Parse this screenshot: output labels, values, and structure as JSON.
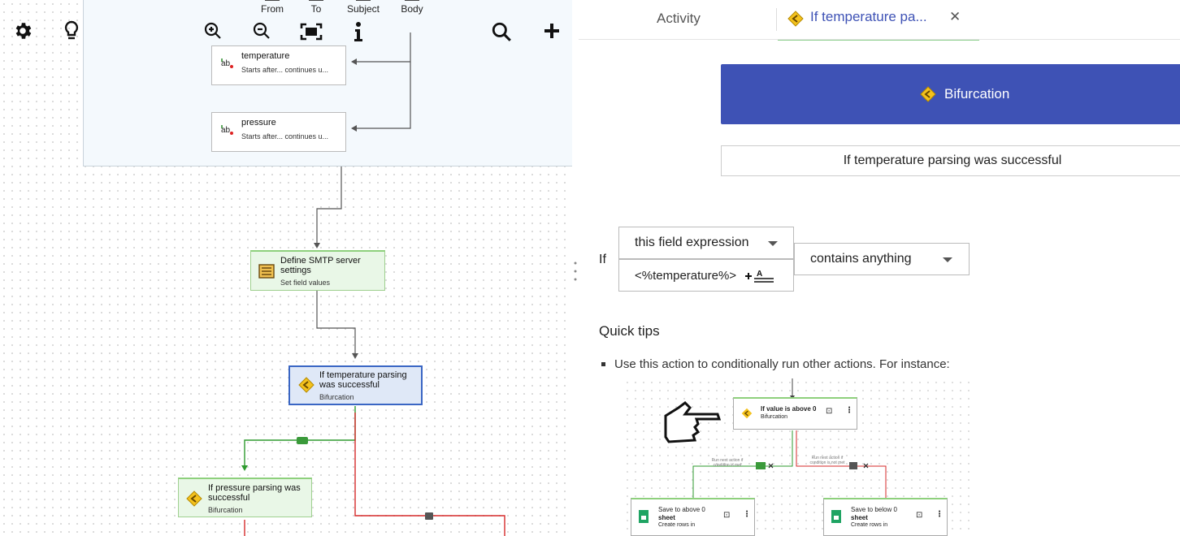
{
  "toolbar": {
    "settings_icon": "gear-icon",
    "tips_icon": "lightbulb-icon",
    "zoom_in_icon": "zoom-in-icon",
    "zoom_out_icon": "zoom-out-icon",
    "fit_icon": "fit-screen-icon",
    "info_icon": "info-icon",
    "search_icon": "search-icon",
    "add_icon": "plus-icon"
  },
  "group_labels": [
    "From",
    "To",
    "Subject",
    "Body"
  ],
  "canvas": {
    "nodes": [
      {
        "title": "temperature",
        "subtitle": "Starts after... continues u..."
      },
      {
        "title": "pressure",
        "subtitle": "Starts after... continues u..."
      },
      {
        "title_line1": "Define SMTP server",
        "title_line2": "settings",
        "subtitle": "Set field values"
      },
      {
        "title_line1": "If temperature parsing",
        "title_line2": "was successful",
        "subtitle": "Bifurcation"
      },
      {
        "title_line1": "If pressure parsing was",
        "title_line2": "successful",
        "subtitle": "Bifurcation"
      }
    ]
  },
  "tabs": {
    "activity": "Activity",
    "current": "If temperature pa...",
    "close": "✕"
  },
  "panel": {
    "banner_label": "Bifurcation",
    "title_value": "If temperature parsing was successful",
    "if_label": "If",
    "field_select": "this field expression",
    "expression": "<%temperature%>",
    "condition_select": "contains anything",
    "quick_tips_heading": "Quick tips",
    "tip_1": "Use this action to conditionally run other actions. For instance:"
  },
  "illustration": {
    "top_node_title": "If value is above 0",
    "top_node_sub": "Bifurcation",
    "left_caption": "Run next action if condition is met",
    "right_caption": "Run next action if condition is not met",
    "left_node_title_1": "Save to above 0",
    "left_node_title_2": "sheet",
    "left_node_sub": "Create rows in",
    "right_node_title_1": "Save to below 0",
    "right_node_title_2": "sheet",
    "right_node_sub": "Create rows in"
  },
  "colors": {
    "accent": "#3e52b5",
    "success_wire": "#2e9a2e",
    "fail_wire": "#d62a2a",
    "selected_border": "#3a66c4"
  }
}
